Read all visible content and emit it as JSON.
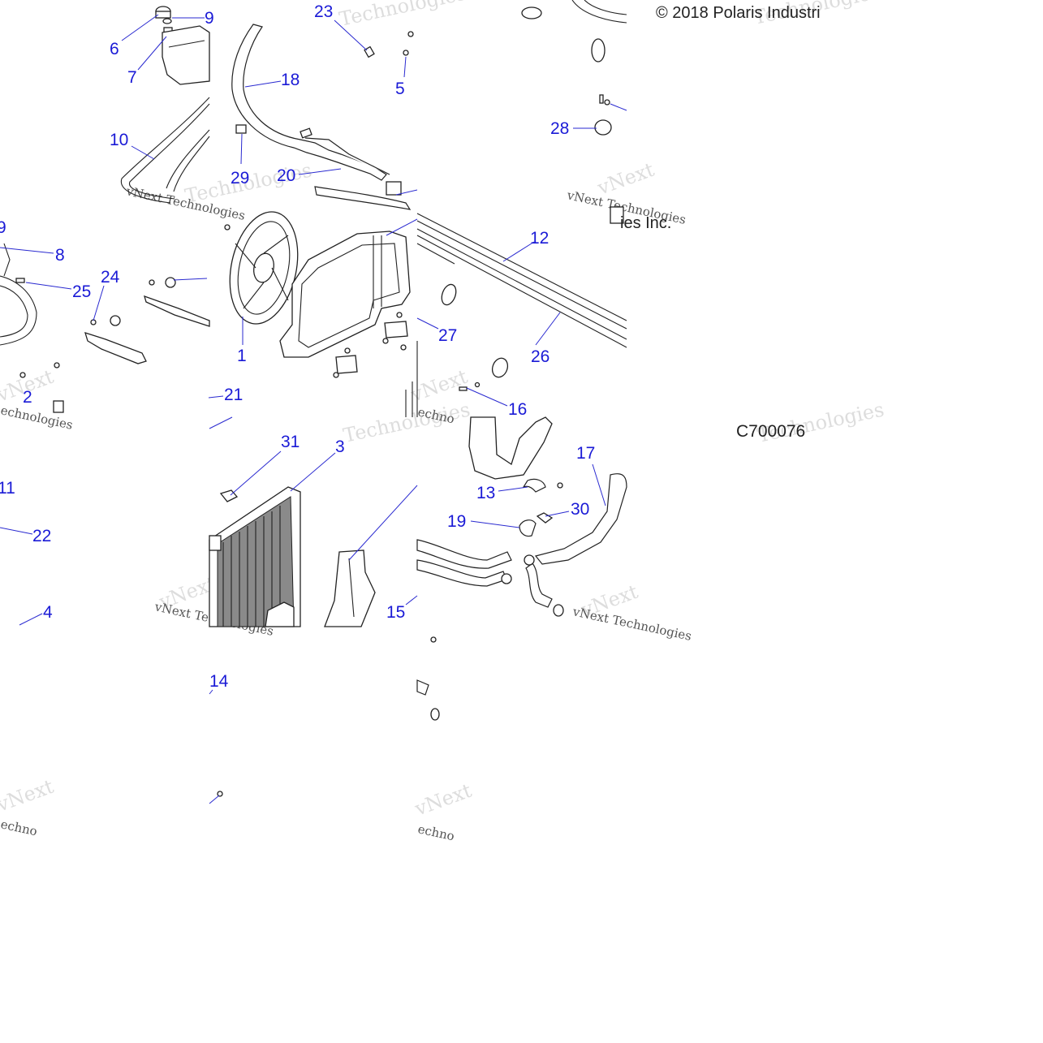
{
  "copyright": "© 2018 Polaris Industri",
  "copyright_tail": "ies Inc.",
  "drawing_code": "C700076",
  "watermark": {
    "line1": "vNext",
    "line2": "Technologies",
    "corner": "vNext Technologies",
    "corner_short": "echnologies",
    "corner_small": "echno"
  },
  "callouts": [
    "6",
    "9",
    "7",
    "10",
    "23",
    "18",
    "5",
    "29",
    "20",
    "28",
    "8",
    "25",
    "24",
    "1",
    "12",
    "27",
    "26",
    "2",
    "21",
    "16",
    "31",
    "3",
    "11",
    "22",
    "17",
    "13",
    "30",
    "19",
    "4",
    "15",
    "14"
  ]
}
